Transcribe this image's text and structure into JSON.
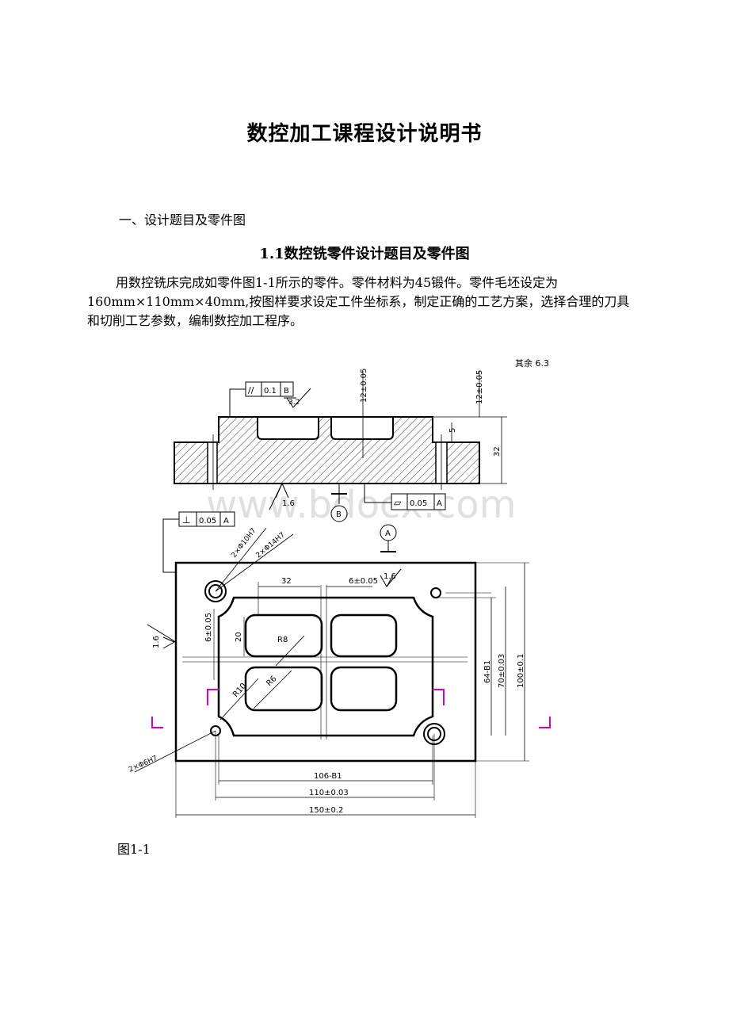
{
  "doc": {
    "title": "数控加工课程设计说明书",
    "section_1": "一、设计题目及零件图",
    "subsection_1_1": "1.1数控铣零件设计题目及零件图",
    "paragraph": "用数控铣床完成如零件图1-1所示的零件。零件材料为45锻件。零件毛坯设定为160mm×110mm×40mm,按图样要求设定工件坐标系，制定正确的工艺方案，选择合理的刀具和切削工艺参数，编制数控加工程序。",
    "figure_caption": "图1-1"
  },
  "drawing": {
    "roughness_note": "其余 6.3",
    "section_view": {
      "parallel_frame": [
        "//",
        "0.1",
        "B"
      ],
      "roughness_top": "3.2",
      "dim_pocket_depth_left": "12±0.05",
      "dim_pocket_depth_right": "12±0.05",
      "dim_step": "5",
      "dim_height": "32",
      "roughness_bottom": "1.6",
      "datum_b": "B",
      "flatness_frame": [
        "▱",
        "0.05",
        "A"
      ]
    },
    "plan_view": {
      "perp_frame": [
        "⊥",
        "0.05",
        "A"
      ],
      "datum_a": "A",
      "hole_callout_1": "2×Φ10H7",
      "hole_callout_2": "2×Φ14H7",
      "dim_32": "32",
      "dim_6": "6±0.05",
      "roughness_16": "1.6",
      "dim_6_left": "6±0.05",
      "roughness_side": "1.6",
      "dim_20": "20",
      "radius_r8": "R8",
      "radius_r6": "R6",
      "radius_r10": "R10",
      "hole_callout_small": "2×Φ6H7",
      "dim_64": "64-B1",
      "dim_70": "70±0.03",
      "dim_100": "100±0.1",
      "dim_106": "106-B1",
      "dim_110": "110±0.03",
      "dim_150": "150±0.2"
    }
  },
  "watermark": "www.bdocx.com"
}
